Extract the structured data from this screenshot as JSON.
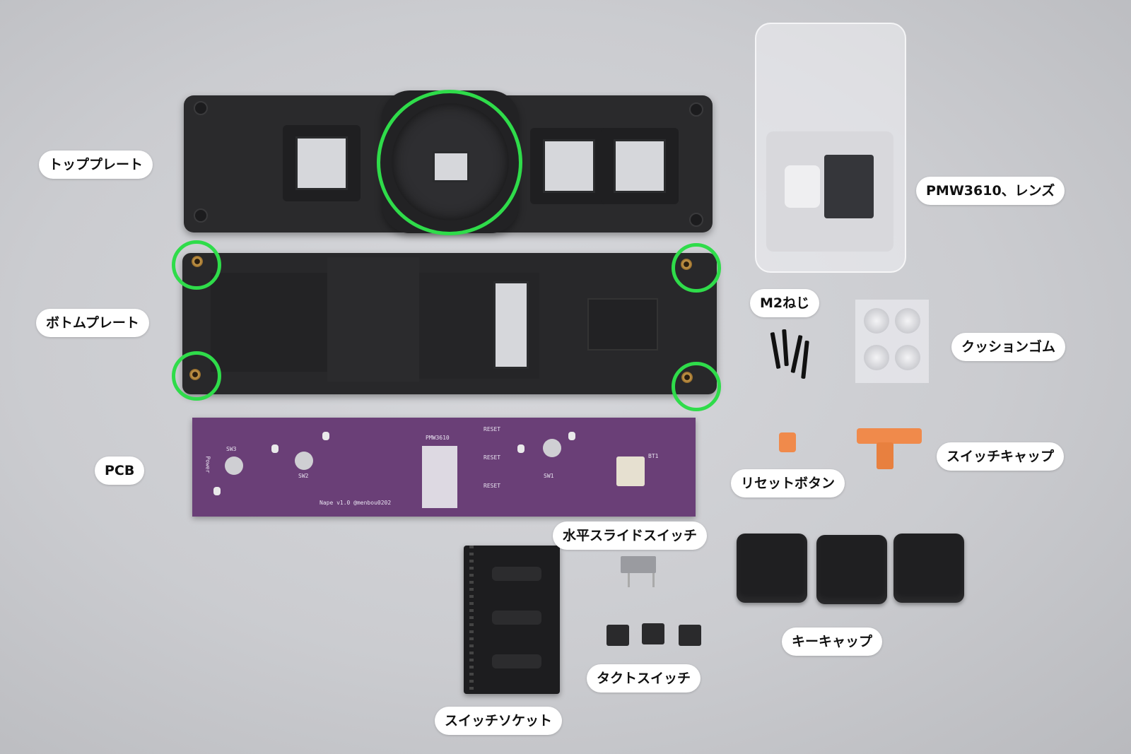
{
  "labels": {
    "top_plate": "トッププレート",
    "bottom_plate": "ボトムプレート",
    "pcb": "PCB",
    "sensor": "PMW3610、レンズ",
    "m2_screw": "M2ねじ",
    "cushion": "クッションゴム",
    "switch_cap": "スイッチキャップ",
    "reset_button": "リセットボタン",
    "slide_switch": "水平スライドスイッチ",
    "keycap": "キーキャップ",
    "tact_switch": "タクトスイッチ",
    "switch_socket": "スイッチソケット"
  },
  "pcb_silkscreen": {
    "sensor": "PMW3610",
    "sw1": "SW1",
    "sw2": "SW2",
    "sw3": "SW3",
    "reset": "RESET",
    "bt": "BT1",
    "power": "Power",
    "version": "Nape v1.0 @menbou0202"
  },
  "colors": {
    "background": "#cbccd0",
    "plate": "#262628",
    "pcb": "#6a3f77",
    "highlight_circle": "#2fdc4a",
    "label_bg": "#ffffff",
    "orange_part": "#f08a4b"
  }
}
